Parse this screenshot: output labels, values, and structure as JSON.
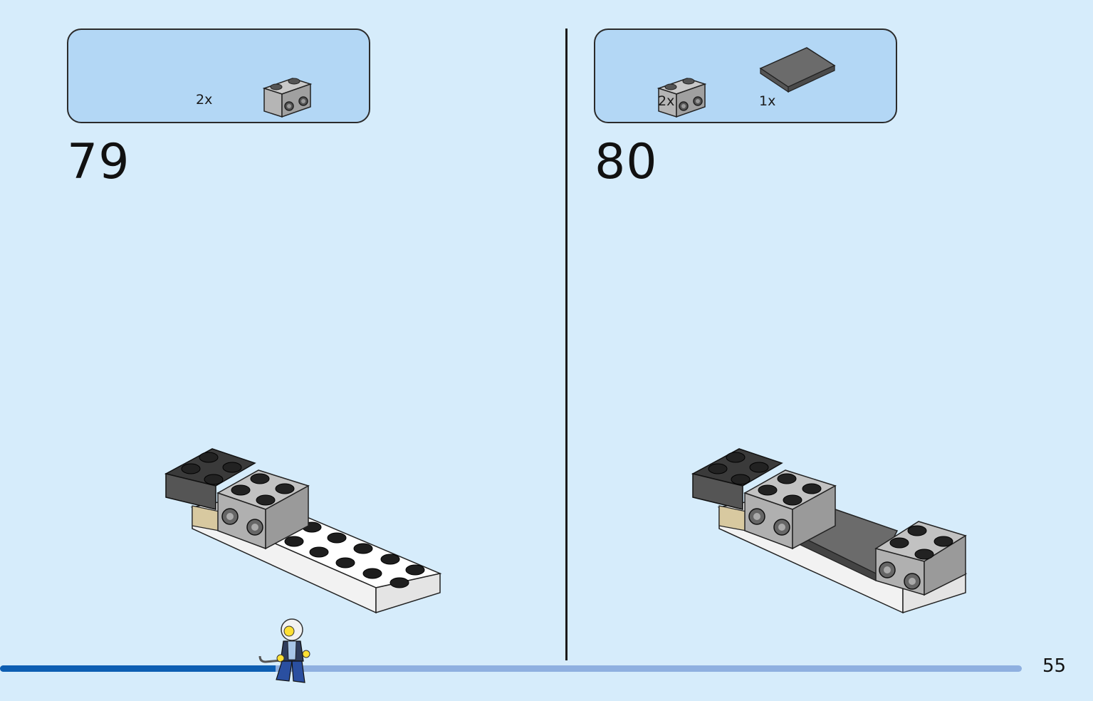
{
  "page": {
    "number": "55"
  },
  "progress": {
    "fraction": 0.27,
    "color": "#0d5eb2",
    "track_color": "#8fb0e0"
  },
  "steps": [
    {
      "number": "79",
      "parts": [
        {
          "icon": "gray-brick-1x2-with-studs-on-side",
          "quantity": "2x",
          "color": "#a5a5a5"
        }
      ]
    },
    {
      "number": "80",
      "parts": [
        {
          "icon": "gray-brick-1x2-with-studs-on-side",
          "quantity": "2x",
          "color": "#a5a5a5"
        },
        {
          "icon": "dark-gray-tile-2x4",
          "quantity": "1x",
          "color": "#6b6b6b"
        }
      ]
    }
  ],
  "colors": {
    "background": "#d6ecfb",
    "parts_box": "#b3d7f5",
    "black_brick": "#3a3a3a",
    "gray_brick": "#a5a5a5",
    "white_plate": "#ffffff",
    "tan": "#d8c9a0"
  }
}
